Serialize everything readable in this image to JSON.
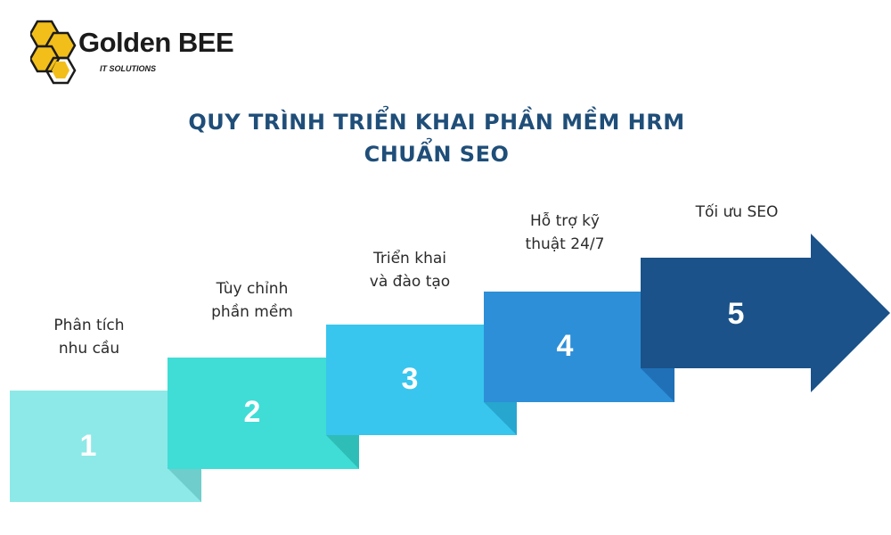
{
  "logo": {
    "name": "Golden BEE",
    "tagline": "IT SOLUTIONS",
    "icon": "honeycomb-icon",
    "colors": {
      "honey": "#F2BE1A",
      "outline": "#1b1b1b"
    }
  },
  "title": {
    "line1": "QUY TRÌNH TRIỂN KHAI PHẦN MỀM HRM",
    "line2": "CHUẨN SEO"
  },
  "steps": [
    {
      "number": "1",
      "label_line1": "Phân tích",
      "label_line2": "nhu cầu",
      "color": "#8DE9E7"
    },
    {
      "number": "2",
      "label_line1": "Tùy chỉnh",
      "label_line2": "phần mềm",
      "color": "#3FDDD6"
    },
    {
      "number": "3",
      "label_line1": "Triển khai",
      "label_line2": "và đào tạo",
      "color": "#38C6EE"
    },
    {
      "number": "4",
      "label_line1": "Hỗ trợ kỹ",
      "label_line2": "thuật 24/7",
      "color": "#2D8FD8"
    },
    {
      "number": "5",
      "label_line1": "Tối ưu SEO",
      "label_line2": "",
      "color": "#1A5289"
    }
  ]
}
